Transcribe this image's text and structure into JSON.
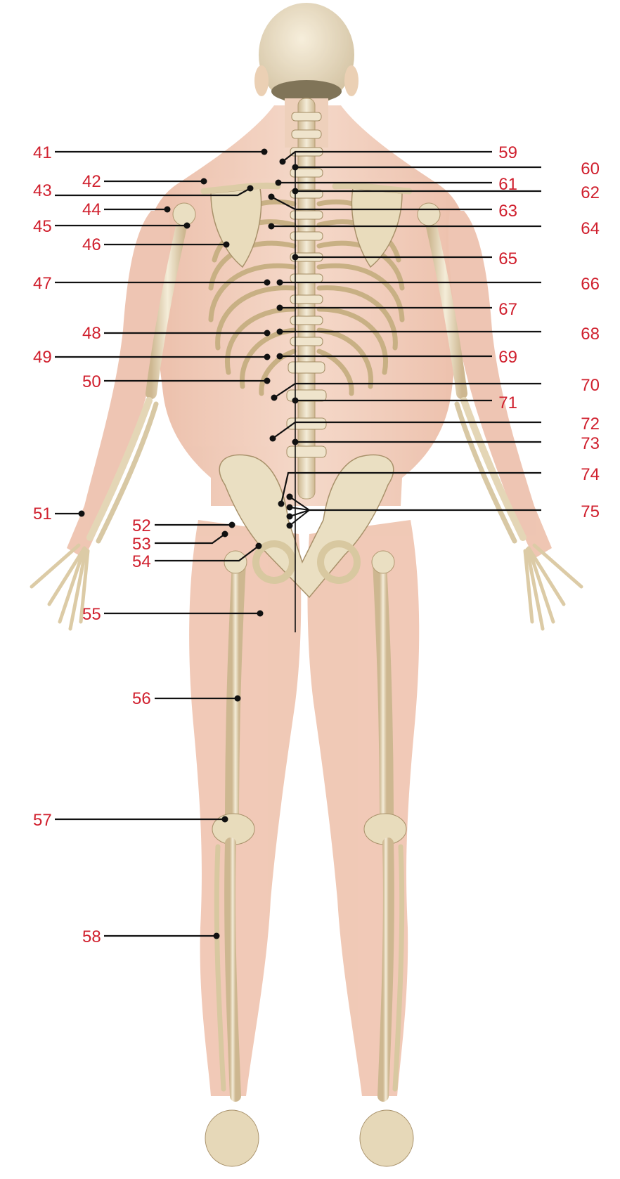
{
  "colors": {
    "label_text": "#d0202e",
    "leader_line": "#111111",
    "skin": "#f0c8b0",
    "muscle": "#e8a88c",
    "bone": "#ece2c8",
    "bone_shadow": "#c9b48c",
    "background": "#ffffff"
  },
  "labels": {
    "l41": "41",
    "l42": "42",
    "l43": "43",
    "l44": "44",
    "l45": "45",
    "l46": "46",
    "l47": "47",
    "l48": "48",
    "l49": "49",
    "l50": "50",
    "l51": "51",
    "l52": "52",
    "l53": "53",
    "l54": "54",
    "l55": "55",
    "l56": "56",
    "l57": "57",
    "l58": "58",
    "l59": "59",
    "l60": "60",
    "l61": "61",
    "l62": "62",
    "l63": "63",
    "l64": "64",
    "l65": "65",
    "l66": "66",
    "l67": "67",
    "l68": "68",
    "l69": "69",
    "l70": "70",
    "l71": "71",
    "l72": "72",
    "l73": "73",
    "l74": "74",
    "l75": "75"
  }
}
